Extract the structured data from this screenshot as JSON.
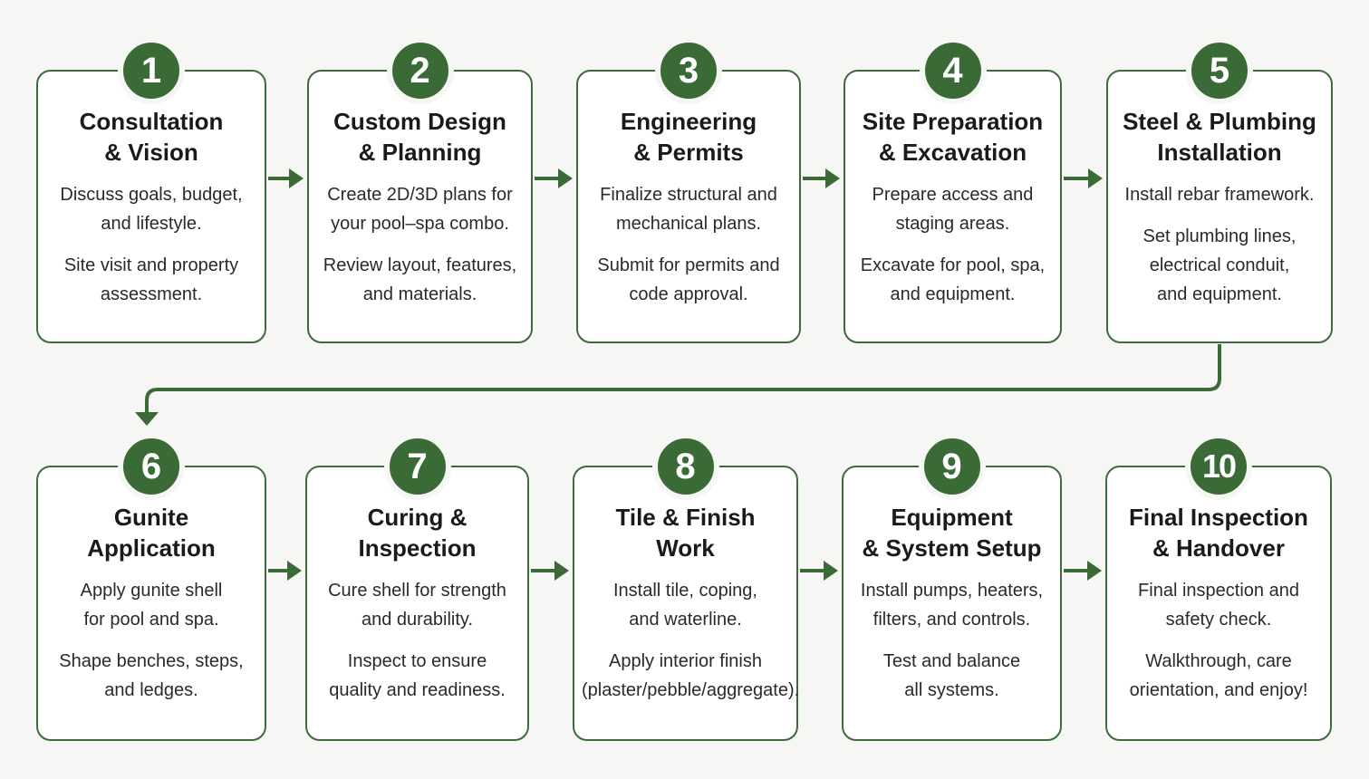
{
  "colors": {
    "accent": "#3a6a35",
    "border": "#3d6b3a",
    "background": "#f6f6f4",
    "card": "#ffffff"
  },
  "steps": [
    {
      "number": "1",
      "title": [
        "Consultation",
        "& Vision"
      ],
      "paragraphs": [
        [
          "Discuss goals, budget,",
          "and lifestyle."
        ],
        [
          "Site visit and property",
          "assessment."
        ]
      ]
    },
    {
      "number": "2",
      "title": [
        "Custom Design",
        "& Planning"
      ],
      "paragraphs": [
        [
          "Create 2D/3D plans for",
          "your pool–spa combo."
        ],
        [
          "Review layout, features,",
          "and materials."
        ]
      ]
    },
    {
      "number": "3",
      "title": [
        "Engineering",
        "& Permits"
      ],
      "paragraphs": [
        [
          "Finalize structural and",
          "mechanical plans."
        ],
        [
          "Submit for permits and",
          "code approval."
        ]
      ]
    },
    {
      "number": "4",
      "title": [
        "Site Preparation",
        "& Excavation"
      ],
      "paragraphs": [
        [
          "Prepare access and",
          "staging areas."
        ],
        [
          "Excavate for pool, spa,",
          "and equipment."
        ]
      ]
    },
    {
      "number": "5",
      "title": [
        "Steel & Plumbing",
        "Installation"
      ],
      "paragraphs": [
        [
          "Install rebar framework."
        ],
        [
          "Set plumbing lines,",
          "electrical conduit,",
          "and equipment."
        ]
      ]
    },
    {
      "number": "6",
      "title": [
        "Gunite",
        "Application"
      ],
      "paragraphs": [
        [
          "Apply gunite shell",
          "for pool and spa."
        ],
        [
          "Shape benches, steps,",
          "and ledges."
        ]
      ]
    },
    {
      "number": "7",
      "title": [
        "Curing &",
        "Inspection"
      ],
      "paragraphs": [
        [
          "Cure shell for strength",
          "and durability."
        ],
        [
          "Inspect to ensure",
          "quality and readiness."
        ]
      ]
    },
    {
      "number": "8",
      "title": [
        "Tile & Finish",
        "Work"
      ],
      "paragraphs": [
        [
          "Install tile, coping,",
          "and waterline."
        ],
        [
          "Apply interior finish",
          "(plaster/pebble/aggregate)."
        ]
      ]
    },
    {
      "number": "9",
      "title": [
        "Equipment",
        "& System Setup"
      ],
      "paragraphs": [
        [
          "Install pumps, heaters,",
          "filters, and controls."
        ],
        [
          "Test and balance",
          "all systems."
        ]
      ]
    },
    {
      "number": "10",
      "title": [
        "Final Inspection",
        "& Handover"
      ],
      "paragraphs": [
        [
          "Final inspection and",
          "safety check."
        ],
        [
          "Walkthrough, care",
          "orientation, and enjoy!"
        ]
      ]
    }
  ]
}
